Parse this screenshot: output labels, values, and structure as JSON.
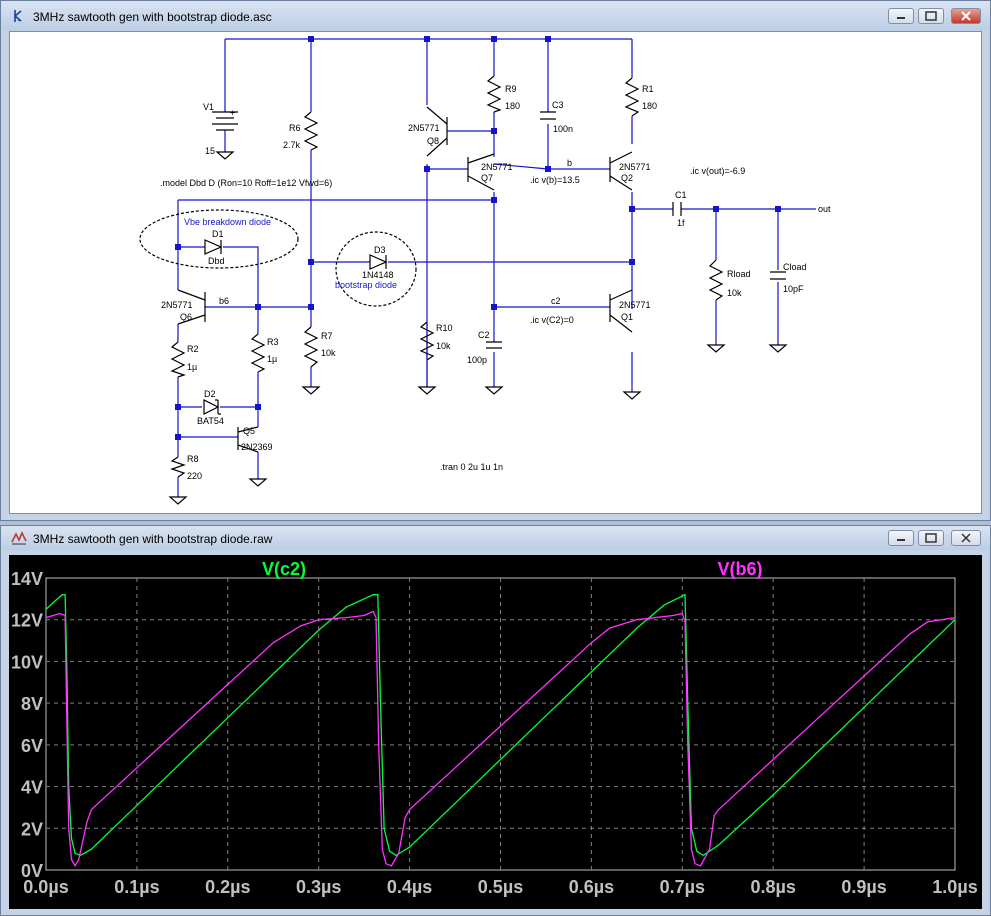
{
  "schematic_window": {
    "title": "3MHz sawtooth gen with bootstrap diode.asc",
    "texts": {
      "model": ".model Dbd D (Ron=10 Roff=1e12 Vfwd=6)",
      "vbe_note": "Vbe breakdown diode",
      "bootstrap_note": "bootstrap diode",
      "ic_b": ".ic v(b)=13.5",
      "ic_out": ".ic v(out)=-6.9",
      "ic_c2": ".ic v(C2)=0",
      "tran": ".tran 0 2u 1u 1n",
      "label_out": "out",
      "label_b": "b",
      "label_b6": "b6",
      "label_c2": "c2"
    },
    "components": {
      "V1": {
        "name": "V1",
        "value": "15",
        "plus": "+"
      },
      "R6": {
        "name": "R6",
        "value": "2.7k"
      },
      "R9": {
        "name": "R9",
        "value": "180"
      },
      "R1": {
        "name": "R1",
        "value": "180"
      },
      "C3": {
        "name": "C3",
        "value": "100n"
      },
      "Q8": {
        "name": "Q8",
        "model": "2N5771"
      },
      "Q7": {
        "name": "Q7",
        "model": "2N5771"
      },
      "Q2": {
        "name": "Q2",
        "model": "2N5771"
      },
      "C1": {
        "name": "C1",
        "value": "1f"
      },
      "D1": {
        "name": "D1",
        "model": "Dbd"
      },
      "D3": {
        "name": "D3",
        "model": "1N4148"
      },
      "Q6": {
        "name": "Q6",
        "model": "2N5771"
      },
      "R7": {
        "name": "R7",
        "value": "10k"
      },
      "R10": {
        "name": "R10",
        "value": "10k"
      },
      "C2": {
        "name": "C2",
        "value": "100p"
      },
      "Q1": {
        "name": "Q1",
        "model": "2N5771"
      },
      "Rload": {
        "name": "Rload",
        "value": "10k"
      },
      "Cload": {
        "name": "Cload",
        "value": "10pF"
      },
      "R2": {
        "name": "R2",
        "value": "1µ"
      },
      "R3": {
        "name": "R3",
        "value": "1µ"
      },
      "D2": {
        "name": "D2",
        "model": "BAT54"
      },
      "Q5": {
        "name": "Q5",
        "model": "2N2369"
      },
      "R8": {
        "name": "R8",
        "value": "220"
      }
    }
  },
  "plot_window": {
    "title": "3MHz sawtooth gen with bootstrap diode.raw",
    "colors": {
      "c2": "#00ff33",
      "b6": "#ff33ff",
      "grid": "#808080",
      "axis": "#c0c0c0",
      "background": "#000000"
    },
    "chart_data": {
      "type": "line",
      "xlim": [
        0,
        1.0
      ],
      "ylim": [
        0,
        14
      ],
      "x_ticks": [
        "0.0µs",
        "0.1µs",
        "0.2µs",
        "0.3µs",
        "0.4µs",
        "0.5µs",
        "0.6µs",
        "0.7µs",
        "0.8µs",
        "0.9µs",
        "1.0µs"
      ],
      "y_ticks": [
        "0V",
        "2V",
        "4V",
        "6V",
        "8V",
        "10V",
        "12V",
        "14V"
      ],
      "grid": true,
      "series": [
        {
          "name": "V(c2)",
          "color": "#00ff33",
          "points": [
            [
              0.0,
              12.5
            ],
            [
              0.01,
              12.9
            ],
            [
              0.018,
              13.2
            ],
            [
              0.021,
              13.2
            ],
            [
              0.023,
              9.5
            ],
            [
              0.025,
              4.0
            ],
            [
              0.028,
              1.5
            ],
            [
              0.032,
              0.8
            ],
            [
              0.038,
              0.7
            ],
            [
              0.05,
              1.0
            ],
            [
              0.1,
              3.1
            ],
            [
              0.15,
              5.2
            ],
            [
              0.2,
              7.3
            ],
            [
              0.25,
              9.4
            ],
            [
              0.3,
              11.5
            ],
            [
              0.33,
              12.6
            ],
            [
              0.36,
              13.2
            ],
            [
              0.365,
              13.2
            ],
            [
              0.368,
              8.0
            ],
            [
              0.372,
              2.0
            ],
            [
              0.378,
              0.9
            ],
            [
              0.385,
              0.7
            ],
            [
              0.4,
              1.1
            ],
            [
              0.45,
              3.2
            ],
            [
              0.5,
              5.3
            ],
            [
              0.55,
              7.4
            ],
            [
              0.6,
              9.5
            ],
            [
              0.65,
              11.6
            ],
            [
              0.68,
              12.7
            ],
            [
              0.703,
              13.2
            ],
            [
              0.706,
              8.0
            ],
            [
              0.71,
              2.0
            ],
            [
              0.716,
              0.9
            ],
            [
              0.723,
              0.7
            ],
            [
              0.74,
              1.2
            ],
            [
              0.8,
              3.6
            ],
            [
              0.85,
              5.7
            ],
            [
              0.9,
              7.8
            ],
            [
              0.95,
              9.9
            ],
            [
              1.0,
              12.0
            ]
          ]
        },
        {
          "name": "V(b6)",
          "color": "#ff33ff",
          "points": [
            [
              0.0,
              12.1
            ],
            [
              0.015,
              12.3
            ],
            [
              0.021,
              12.2
            ],
            [
              0.023,
              7.0
            ],
            [
              0.025,
              2.0
            ],
            [
              0.028,
              0.5
            ],
            [
              0.032,
              0.2
            ],
            [
              0.036,
              0.5
            ],
            [
              0.045,
              2.3
            ],
            [
              0.05,
              2.9
            ],
            [
              0.06,
              3.3
            ],
            [
              0.1,
              4.9
            ],
            [
              0.15,
              6.9
            ],
            [
              0.2,
              8.9
            ],
            [
              0.25,
              10.9
            ],
            [
              0.28,
              11.7
            ],
            [
              0.3,
              12.0
            ],
            [
              0.33,
              12.1
            ],
            [
              0.35,
              12.2
            ],
            [
              0.36,
              12.4
            ],
            [
              0.363,
              12.1
            ],
            [
              0.366,
              6.0
            ],
            [
              0.37,
              1.0
            ],
            [
              0.374,
              0.3
            ],
            [
              0.38,
              0.2
            ],
            [
              0.388,
              0.8
            ],
            [
              0.395,
              2.5
            ],
            [
              0.4,
              2.9
            ],
            [
              0.45,
              4.9
            ],
            [
              0.5,
              6.9
            ],
            [
              0.55,
              8.9
            ],
            [
              0.6,
              10.9
            ],
            [
              0.62,
              11.6
            ],
            [
              0.65,
              12.0
            ],
            [
              0.69,
              12.2
            ],
            [
              0.7,
              12.3
            ],
            [
              0.703,
              11.9
            ],
            [
              0.706,
              6.0
            ],
            [
              0.71,
              1.0
            ],
            [
              0.714,
              0.3
            ],
            [
              0.72,
              0.2
            ],
            [
              0.73,
              1.0
            ],
            [
              0.735,
              2.6
            ],
            [
              0.74,
              2.9
            ],
            [
              0.8,
              5.3
            ],
            [
              0.85,
              7.3
            ],
            [
              0.9,
              9.3
            ],
            [
              0.95,
              11.3
            ],
            [
              0.97,
              11.9
            ],
            [
              1.0,
              12.1
            ]
          ]
        }
      ]
    }
  }
}
